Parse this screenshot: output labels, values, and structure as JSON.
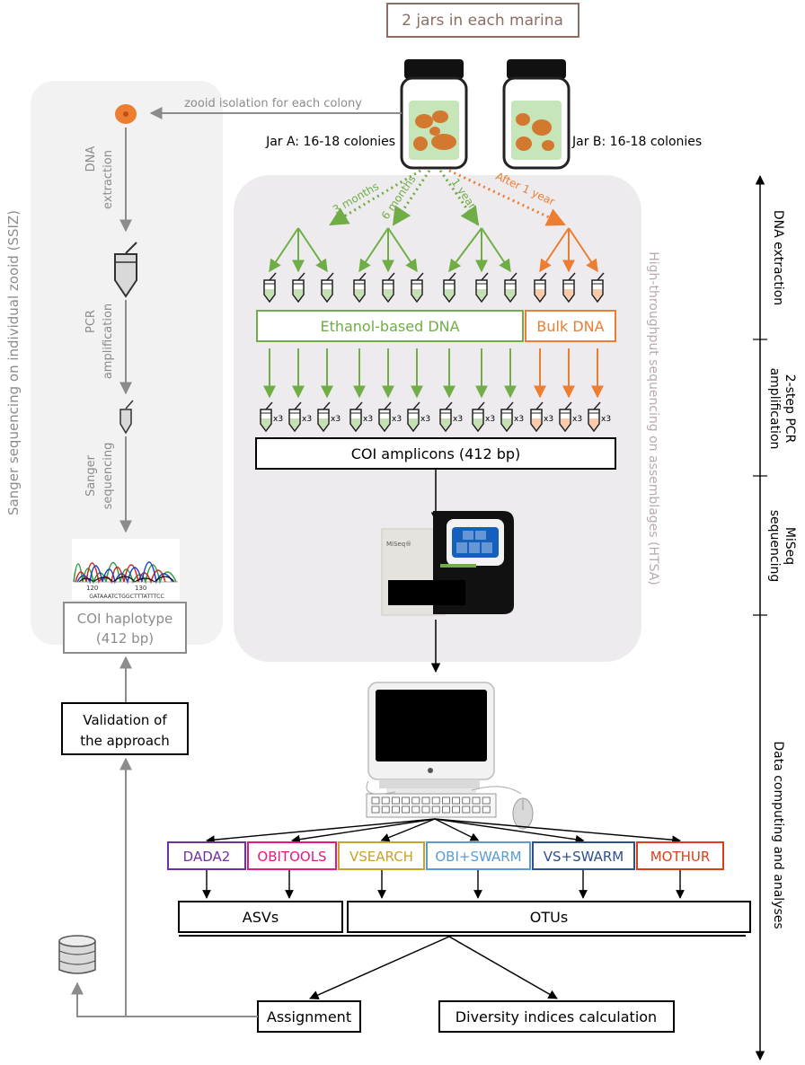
{
  "title": "2 jars in each marina",
  "jar_a_label": "Jar A: 16-18 colonies",
  "jar_b_label": "Jar B: 16-18 colonies",
  "zooid_isolation": "zooid isolation for each colony",
  "ssiz": {
    "panel_title": "Sanger sequencing on individual zooid (SSIZ)",
    "step_dna_1": "DNA",
    "step_dna_2": "extraction",
    "step_pcr_1": "PCR",
    "step_pcr_2": "amplification",
    "step_sanger_1": "Sanger",
    "step_sanger_2": "sequencing",
    "chrom_tick_1": "120",
    "chrom_tick_2": "130",
    "chrom_bases": "GATAAATCTGGCTTTATTTCC",
    "haplotype_1": "COI haplotype",
    "haplotype_2": "(412 bp)",
    "validation_1": "Validation of",
    "validation_2": "the approach"
  },
  "htsa": {
    "panel_title": "High-throughput sequencing on assemblages (HTSA)",
    "time_3m": "3 months",
    "time_6m": "6 months",
    "time_1y": "1 year",
    "time_after": "After 1 year",
    "ethanol_box": "Ethanol-based DNA",
    "bulk_box": "Bulk DNA",
    "replicate": "x3",
    "amplicon_box": "COI amplicons (412 bp)",
    "miseq_label": "MiSeq®"
  },
  "pipelines": [
    {
      "label": "DADA2",
      "color": "#7030a0"
    },
    {
      "label": "OBITOOLS",
      "color": "#e5197f"
    },
    {
      "label": "VSEARCH",
      "color": "#c9a227"
    },
    {
      "label": "OBI+SWARM",
      "color": "#5b9bd5"
    },
    {
      "label": "VS+SWARM",
      "color": "#2f4f8f"
    },
    {
      "label": "MOTHUR",
      "color": "#d9401a"
    }
  ],
  "asvs": "ASVs",
  "otus": "OTUs",
  "assignment": "Assignment",
  "diversity": "Diversity indices calculation",
  "side_labels": {
    "dna_extraction": "DNA extraction",
    "pcr_1": "2-step PCR",
    "pcr_2": "amplification",
    "miseq_1": "MiSeq",
    "miseq_2": "sequencing",
    "data": "Data computing and analyses"
  },
  "colors": {
    "green": "#70ad47",
    "orange": "#ed7d31",
    "gray": "#8c8c8c",
    "panel": "#edebed",
    "left_panel": "#f2f2f2",
    "title_border": "#8b6f63",
    "colony": "#d2782f",
    "jar_fill": "#c6e5b8"
  }
}
